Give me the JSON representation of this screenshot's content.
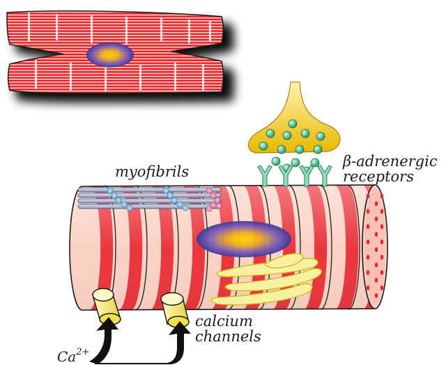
{
  "labels": {
    "myofibrils": "myofibrils",
    "beta_line1": "β-adrenergic",
    "beta_line2": "receptors",
    "calcium_line1": "calcium",
    "calcium_line2": "channels",
    "ca_base": "Ca",
    "ca_charge": "2+"
  },
  "colors": {
    "stripe_red": "#e8242f",
    "stripe_pink": "#fbd2c4",
    "nucleus_outer": "#4a3fa3",
    "nucleus_core": "#f5c400",
    "vesicle_green": "#2fb07a",
    "terminal_yellow": "#f2c21a",
    "channel_yellow": "#f7f08a",
    "er_yellow": "#f3ea8c",
    "receptor_green": "#7fd3a8"
  }
}
